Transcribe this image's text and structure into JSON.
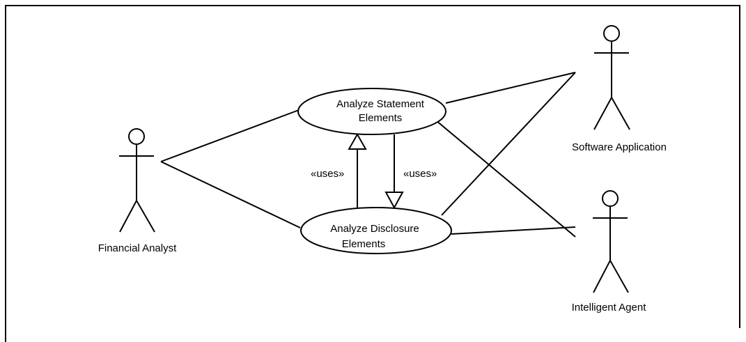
{
  "actors": {
    "financial_analyst": "Financial Analyst",
    "software_application": "Software Application",
    "intelligent_agent": "Intelligent Agent"
  },
  "use_cases": {
    "statement": {
      "line1": "Analyze Statement",
      "line2": "Elements"
    },
    "disclosure": {
      "line1": "Analyze Disclosure",
      "line2": "Elements"
    }
  },
  "relations": {
    "uses_left": "«uses»",
    "uses_right": "«uses»"
  }
}
